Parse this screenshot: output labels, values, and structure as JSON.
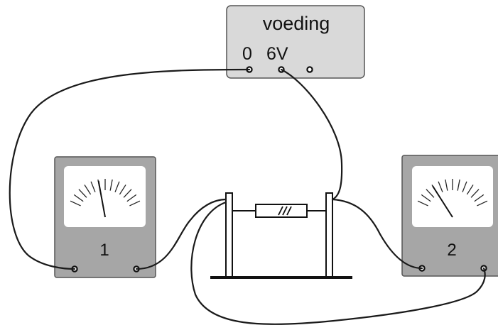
{
  "power_supply": {
    "title": "voeding",
    "terminal_labels": [
      "0",
      "6V"
    ]
  },
  "meters": [
    {
      "label": "1",
      "needle_level": 0.42
    },
    {
      "label": "2",
      "needle_level": 0.25
    }
  ],
  "colors": {
    "panel": "#d9d9d9",
    "meter_body": "#a6a6a6",
    "meter_face": "#ffffff",
    "wire": "#1a1a1a",
    "outline": "#555555"
  }
}
